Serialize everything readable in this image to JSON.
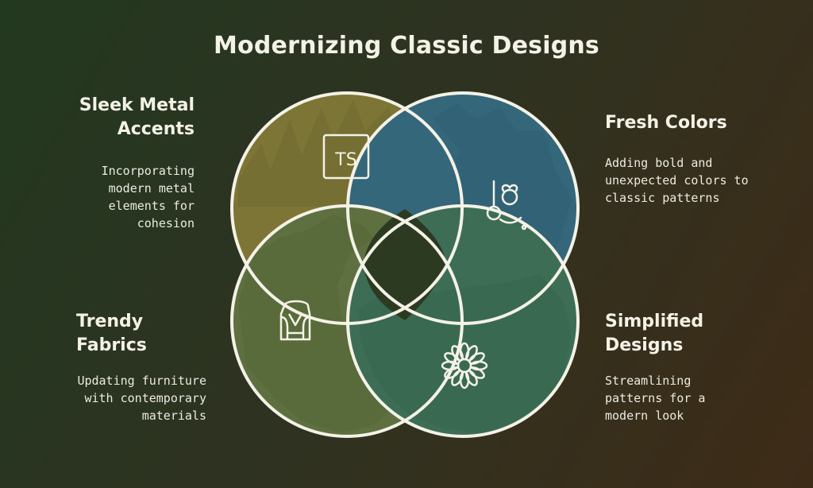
{
  "title": "Modernizing Classic Designs",
  "sections": {
    "top_left": {
      "heading_line1": "Sleek Metal",
      "heading_line2": "Accents",
      "desc": [
        "Incorporating",
        "modern metal",
        "elements for",
        "cohesion"
      ],
      "icon": "typescript-icon",
      "color": "#7c7536"
    },
    "top_right": {
      "heading": "Fresh Colors",
      "desc": [
        "Adding bold and",
        "unexpected colors to",
        "classic patterns"
      ],
      "icon": "paint-palette-icon",
      "color": "#35677a"
    },
    "bottom_left": {
      "heading_line1": "Trendy",
      "heading_line2": "Fabrics",
      "desc": [
        "Updating furniture",
        "with contemporary",
        "materials"
      ],
      "icon": "armchair-icon",
      "color": "#5f7040"
    },
    "bottom_right": {
      "heading_line1": "Simplified",
      "heading_line2": "Designs",
      "desc": [
        "Streamlining",
        "patterns for a",
        "modern look"
      ],
      "icon": "flower-icon",
      "color": "#3d6e55"
    }
  },
  "icon_text": "TS"
}
